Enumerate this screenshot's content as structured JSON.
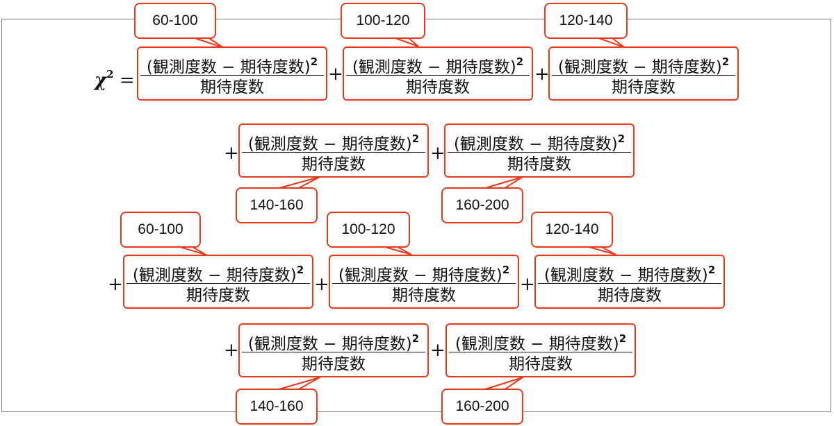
{
  "formula": {
    "lhs_symbol": "χ",
    "lhs_exponent": "2",
    "equals": "=",
    "plus": "+",
    "term_numerator": "(観測度数 − 期待度数)",
    "term_exponent": "2",
    "term_denominator": "期待度数"
  },
  "callouts": [
    "60-100",
    "100-120",
    "120-140",
    "140-160",
    "160-200",
    "60-100",
    "100-120",
    "120-140",
    "140-160",
    "160-200"
  ],
  "colors": {
    "accent": "#e8391d",
    "frame": "#7a7a7a",
    "text": "#111111"
  }
}
